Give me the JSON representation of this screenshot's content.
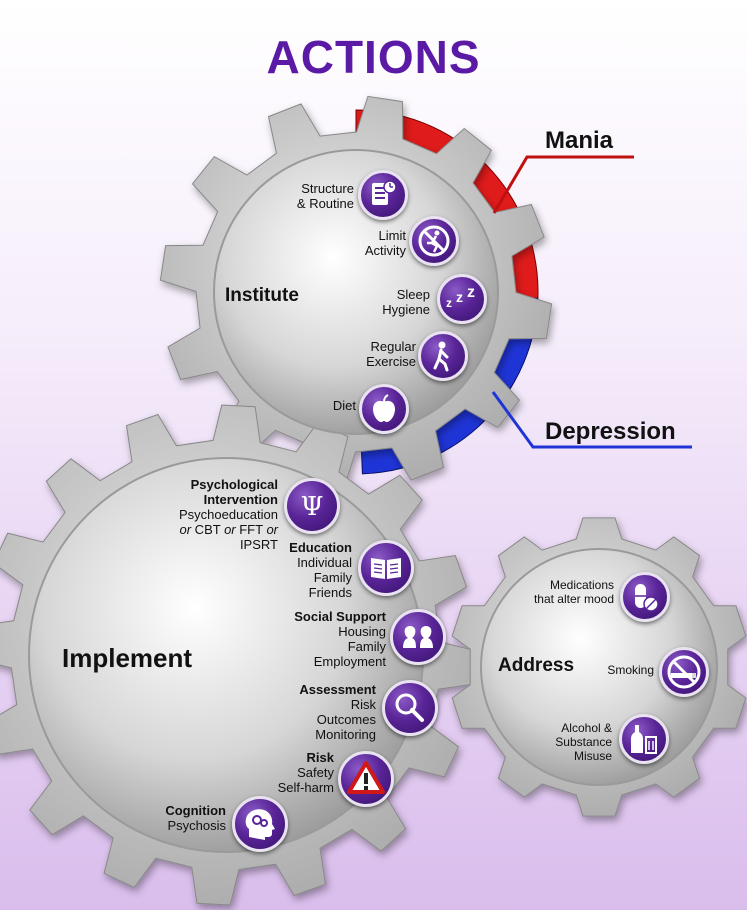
{
  "title": "ACTIONS",
  "colors": {
    "title": "#5b1aa5",
    "mania": "#e01b1b",
    "depression": "#1f34d6",
    "icon": "#5a2598"
  },
  "callouts": {
    "mania": "Mania",
    "depression": "Depression"
  },
  "institute": {
    "label": "Institute",
    "items": [
      {
        "line1": "Structure",
        "line2": "& Routine",
        "icon": "checklist-clock-icon"
      },
      {
        "line1": "Limit",
        "line2": "Activity",
        "icon": "no-running-icon"
      },
      {
        "line1": "Sleep",
        "line2": "Hygiene",
        "icon": "zzz-sleep-icon"
      },
      {
        "line1": "Regular",
        "line2": "Exercise",
        "icon": "walking-person-icon"
      },
      {
        "line1": "Diet",
        "line2": "",
        "icon": "apple-icon"
      }
    ]
  },
  "implement": {
    "label": "Implement",
    "items": [
      {
        "heading": "Psychological",
        "heading2": "Intervention",
        "line1": "Psychoeducation",
        "line2a": "or",
        "line2b": " CBT ",
        "line2c": "or",
        "line2d": " FFT ",
        "line2e": "or",
        "line3": "IPSRT",
        "icon": "psi-symbol-icon"
      },
      {
        "heading": "Education",
        "line1": "Individual",
        "line2": "Family",
        "line3": "Friends",
        "icon": "open-book-icon"
      },
      {
        "heading": "Social Support",
        "line1": "Housing",
        "line2": "Family",
        "line3": "Employment",
        "icon": "two-heads-icon"
      },
      {
        "heading": "Assessment",
        "line1": "Risk",
        "line2": "Outcomes",
        "line3": "Monitoring",
        "icon": "magnifier-icon"
      },
      {
        "heading": "Risk",
        "line1": "Safety",
        "line2": "Self-harm",
        "icon": "warning-triangle-icon"
      },
      {
        "heading": "Cognition",
        "line1": "Psychosis",
        "icon": "head-gears-icon"
      }
    ]
  },
  "address": {
    "label": "Address",
    "items": [
      {
        "line1": "Medications",
        "line2": "that alter mood",
        "line3": "",
        "icon": "pills-icon"
      },
      {
        "line1": "Smoking",
        "line2": "",
        "line3": "",
        "icon": "no-smoking-icon"
      },
      {
        "line1": "Alcohol &",
        "line2": "Substance",
        "line3": "Misuse",
        "icon": "bottle-glass-icon"
      }
    ]
  }
}
